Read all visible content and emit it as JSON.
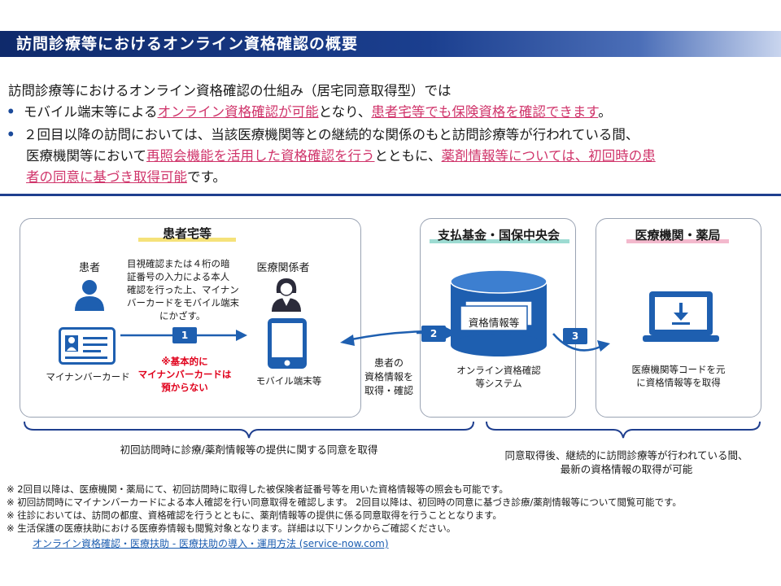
{
  "header": {
    "title": "訪問診療等におけるオンライン資格確認の概要"
  },
  "intro": {
    "heading": "訪問診療等におけるオンライン資格確認の仕組み（居宅同意取得型）では",
    "bullet1": {
      "t1": "モバイル端末等による",
      "h1": "オンライン資格確認が可能",
      "t2": "となり、",
      "h2": "患者宅等でも保険資格を確認できます",
      "t3": "。"
    },
    "bullet2": {
      "line1": "２回目以降の訪問においては、当該医療機関等との継続的な関係のもと訪問診療等が行われている間、",
      "t1": "医療機関等において",
      "h1": "再照会機能を活用した資格確認を行う",
      "t2": "とともに、",
      "h2a": "薬剤情報等については、初回時の患",
      "h2b": "者の同意に基づき取得可能",
      "t3": "です。"
    }
  },
  "diagram": {
    "home": {
      "title": "患者宅等",
      "patient_label": "患者",
      "card_label": "マイナンバーカード",
      "instructions": [
        "目視確認または４桁の暗",
        "証番号の入力による本人",
        "確認を行った上、マイナン",
        "バーカードをモバイル端末",
        "にかざす。"
      ],
      "staff_label": "医療関係者",
      "device_label": "モバイル端末等",
      "warning": [
        "※基本的に",
        "マイナンバーカードは",
        "預からない"
      ],
      "step": "1"
    },
    "middle": {
      "label": [
        "患者の",
        "資格情報を",
        "取得・確認"
      ],
      "step": "2"
    },
    "fund": {
      "title": "支払基金・国保中央会",
      "doc_label": "資格情報等",
      "system_label": [
        "オンライン資格確認",
        "等システム"
      ]
    },
    "clinic": {
      "title": "医療機関・薬局",
      "step": "3",
      "desc": [
        "医療機関等コードを元",
        "に資格情報等を取得"
      ]
    },
    "brace_left_text": "初回訪問時に診療/薬剤情報等の提供に関する同意を取得",
    "brace_right_text": [
      "同意取得後、継続的に訪問診療等が行われている間、",
      "最新の資格情報の取得が可能"
    ]
  },
  "colors": {
    "primary": "#1e5fb0",
    "accent_pink": "#d0356b",
    "navy": "#1f3f8f",
    "home_underline": "#f5e27a",
    "fund_underline": "#9ddbd2",
    "clinic_underline": "#f3b9cd"
  },
  "notes": [
    "※ 2回目以降は、医療機関・薬局にて、初回訪問時に取得した被保険者証番号等を用いた資格情報等の照会も可能です。",
    "※ 初回訪問時にマイナンバーカードによる本人確認を行い同意取得を確認します。 2回目以降は、初回時の同意に基づき診療/薬剤情報等について閲覧可能です。",
    "※ 往診においては、訪問の都度、資格確認を行うとともに、薬剤情報等の提供に係る同意取得を行うこととなります。",
    "※ 生活保護の医療扶助における医療券情報も閲覧対象となります。詳細は以下リンクからご確認ください。"
  ],
  "link_text": "オンライン資格確認・医療扶助 - 医療扶助の導入・運用方法 (service-now.com)"
}
